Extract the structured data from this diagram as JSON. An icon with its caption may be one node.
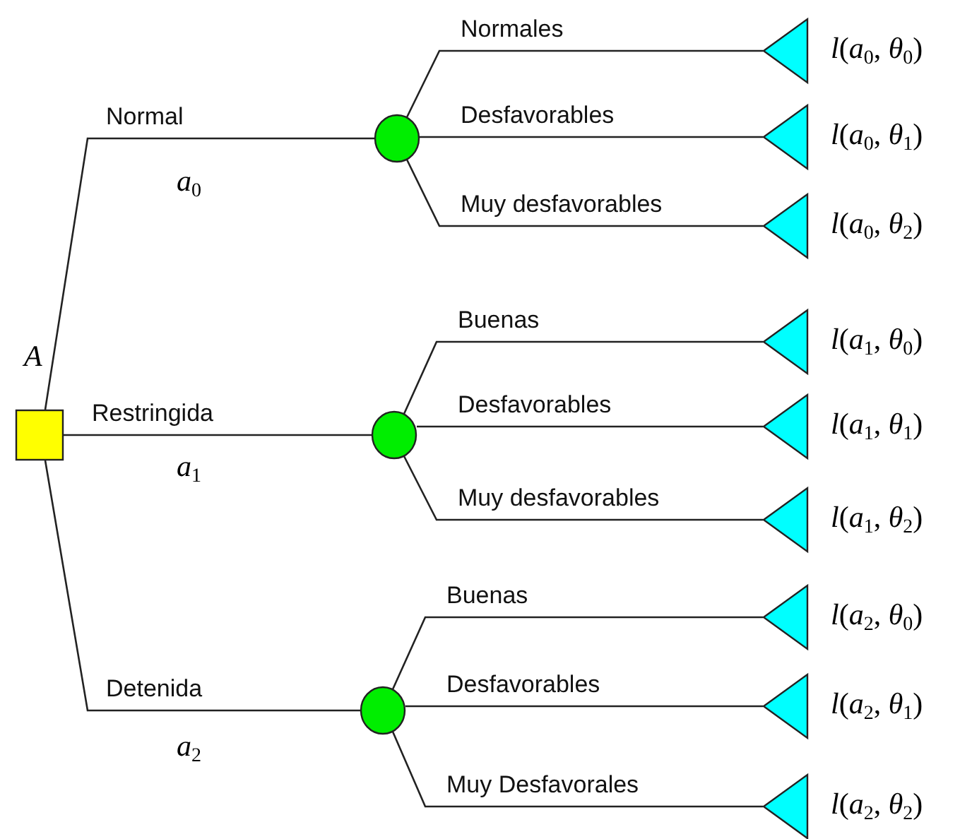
{
  "diagram": {
    "nodes": [
      {
        "text": [],
        "shape": "box",
        "beside": [
          "A"
        ]
      },
      {
        "text": [],
        "shape": "circle"
      },
      {
        "text": [],
        "shape": "circle"
      },
      {
        "text": [],
        "shape": "circle"
      },
      {
        "text": [],
        "shape": "triangle",
        "beside": [
          "*l*(*a*$_{0}$, *θ*$_{0}$)"
        ]
      },
      {
        "text": [],
        "shape": "triangle",
        "beside": [
          "*l*(*a*$_{0}$, *θ*$_{1}$)"
        ]
      },
      {
        "text": [],
        "shape": "triangle",
        "beside": [
          "*l*(*a*$_{0}$, *θ*$_{2}$)"
        ]
      },
      {
        "text": [],
        "shape": "triangle",
        "beside": [
          "*l*(*a*$_{1}$, *θ*$_{0}$)"
        ]
      },
      {
        "text": [],
        "shape": "triangle",
        "beside": [
          "*l*(*a*$_{1}$, *θ*$_{1}$)"
        ]
      },
      {
        "text": [],
        "shape": "triangle",
        "beside": [
          "*l*(*a*$_{1}$, *θ*$_{2}$)"
        ]
      },
      {
        "text": [],
        "shape": "triangle",
        "beside": [
          "*l*(*a*$_{2}$, *θ*$_{0}$)"
        ]
      },
      {
        "text": [],
        "shape": "triangle",
        "beside": [
          "*l*(*a*$_{2}$, *θ*$_{1}$)"
        ]
      },
      {
        "text": [],
        "shape": "triangle",
        "beside": [
          "*l*(*a*$_{2}$, *θ*$_{2}$)"
        ]
      }
    ],
    "edges": [
      {
        "from": 0,
        "to": 1,
        "arrow": "none",
        "label": "Normal"
      },
      {
        "from": 0,
        "to": 2,
        "arrow": "none",
        "label": "Restringida"
      },
      {
        "from": 0,
        "to": 3,
        "arrow": "none",
        "label": "Detenida"
      },
      {
        "from": 1,
        "to": 4,
        "arrow": "none",
        "label": "Normales"
      },
      {
        "from": 1,
        "to": 5,
        "arrow": "none",
        "label": "Desfavorables"
      },
      {
        "from": 1,
        "to": 6,
        "arrow": "none",
        "label": "Muy desfavorables"
      },
      {
        "from": 2,
        "to": 7,
        "arrow": "none",
        "label": "Buenas"
      },
      {
        "from": 2,
        "to": 8,
        "arrow": "none",
        "label": "Desfavorables"
      },
      {
        "from": 2,
        "to": 9,
        "arrow": "none",
        "label": "Muy desfavorables"
      },
      {
        "from": 3,
        "to": 10,
        "arrow": "none",
        "label": "Buenas"
      },
      {
        "from": 3,
        "to": 11,
        "arrow": "none",
        "label": "Desfavorables"
      },
      {
        "from": 3,
        "to": 12,
        "arrow": "none",
        "label": "Muy Desfavorales"
      }
    ],
    "labels": [
      "*a*$_{0}$",
      "*a*$_{1}$",
      "*a*$_{2}$"
    ]
  }
}
